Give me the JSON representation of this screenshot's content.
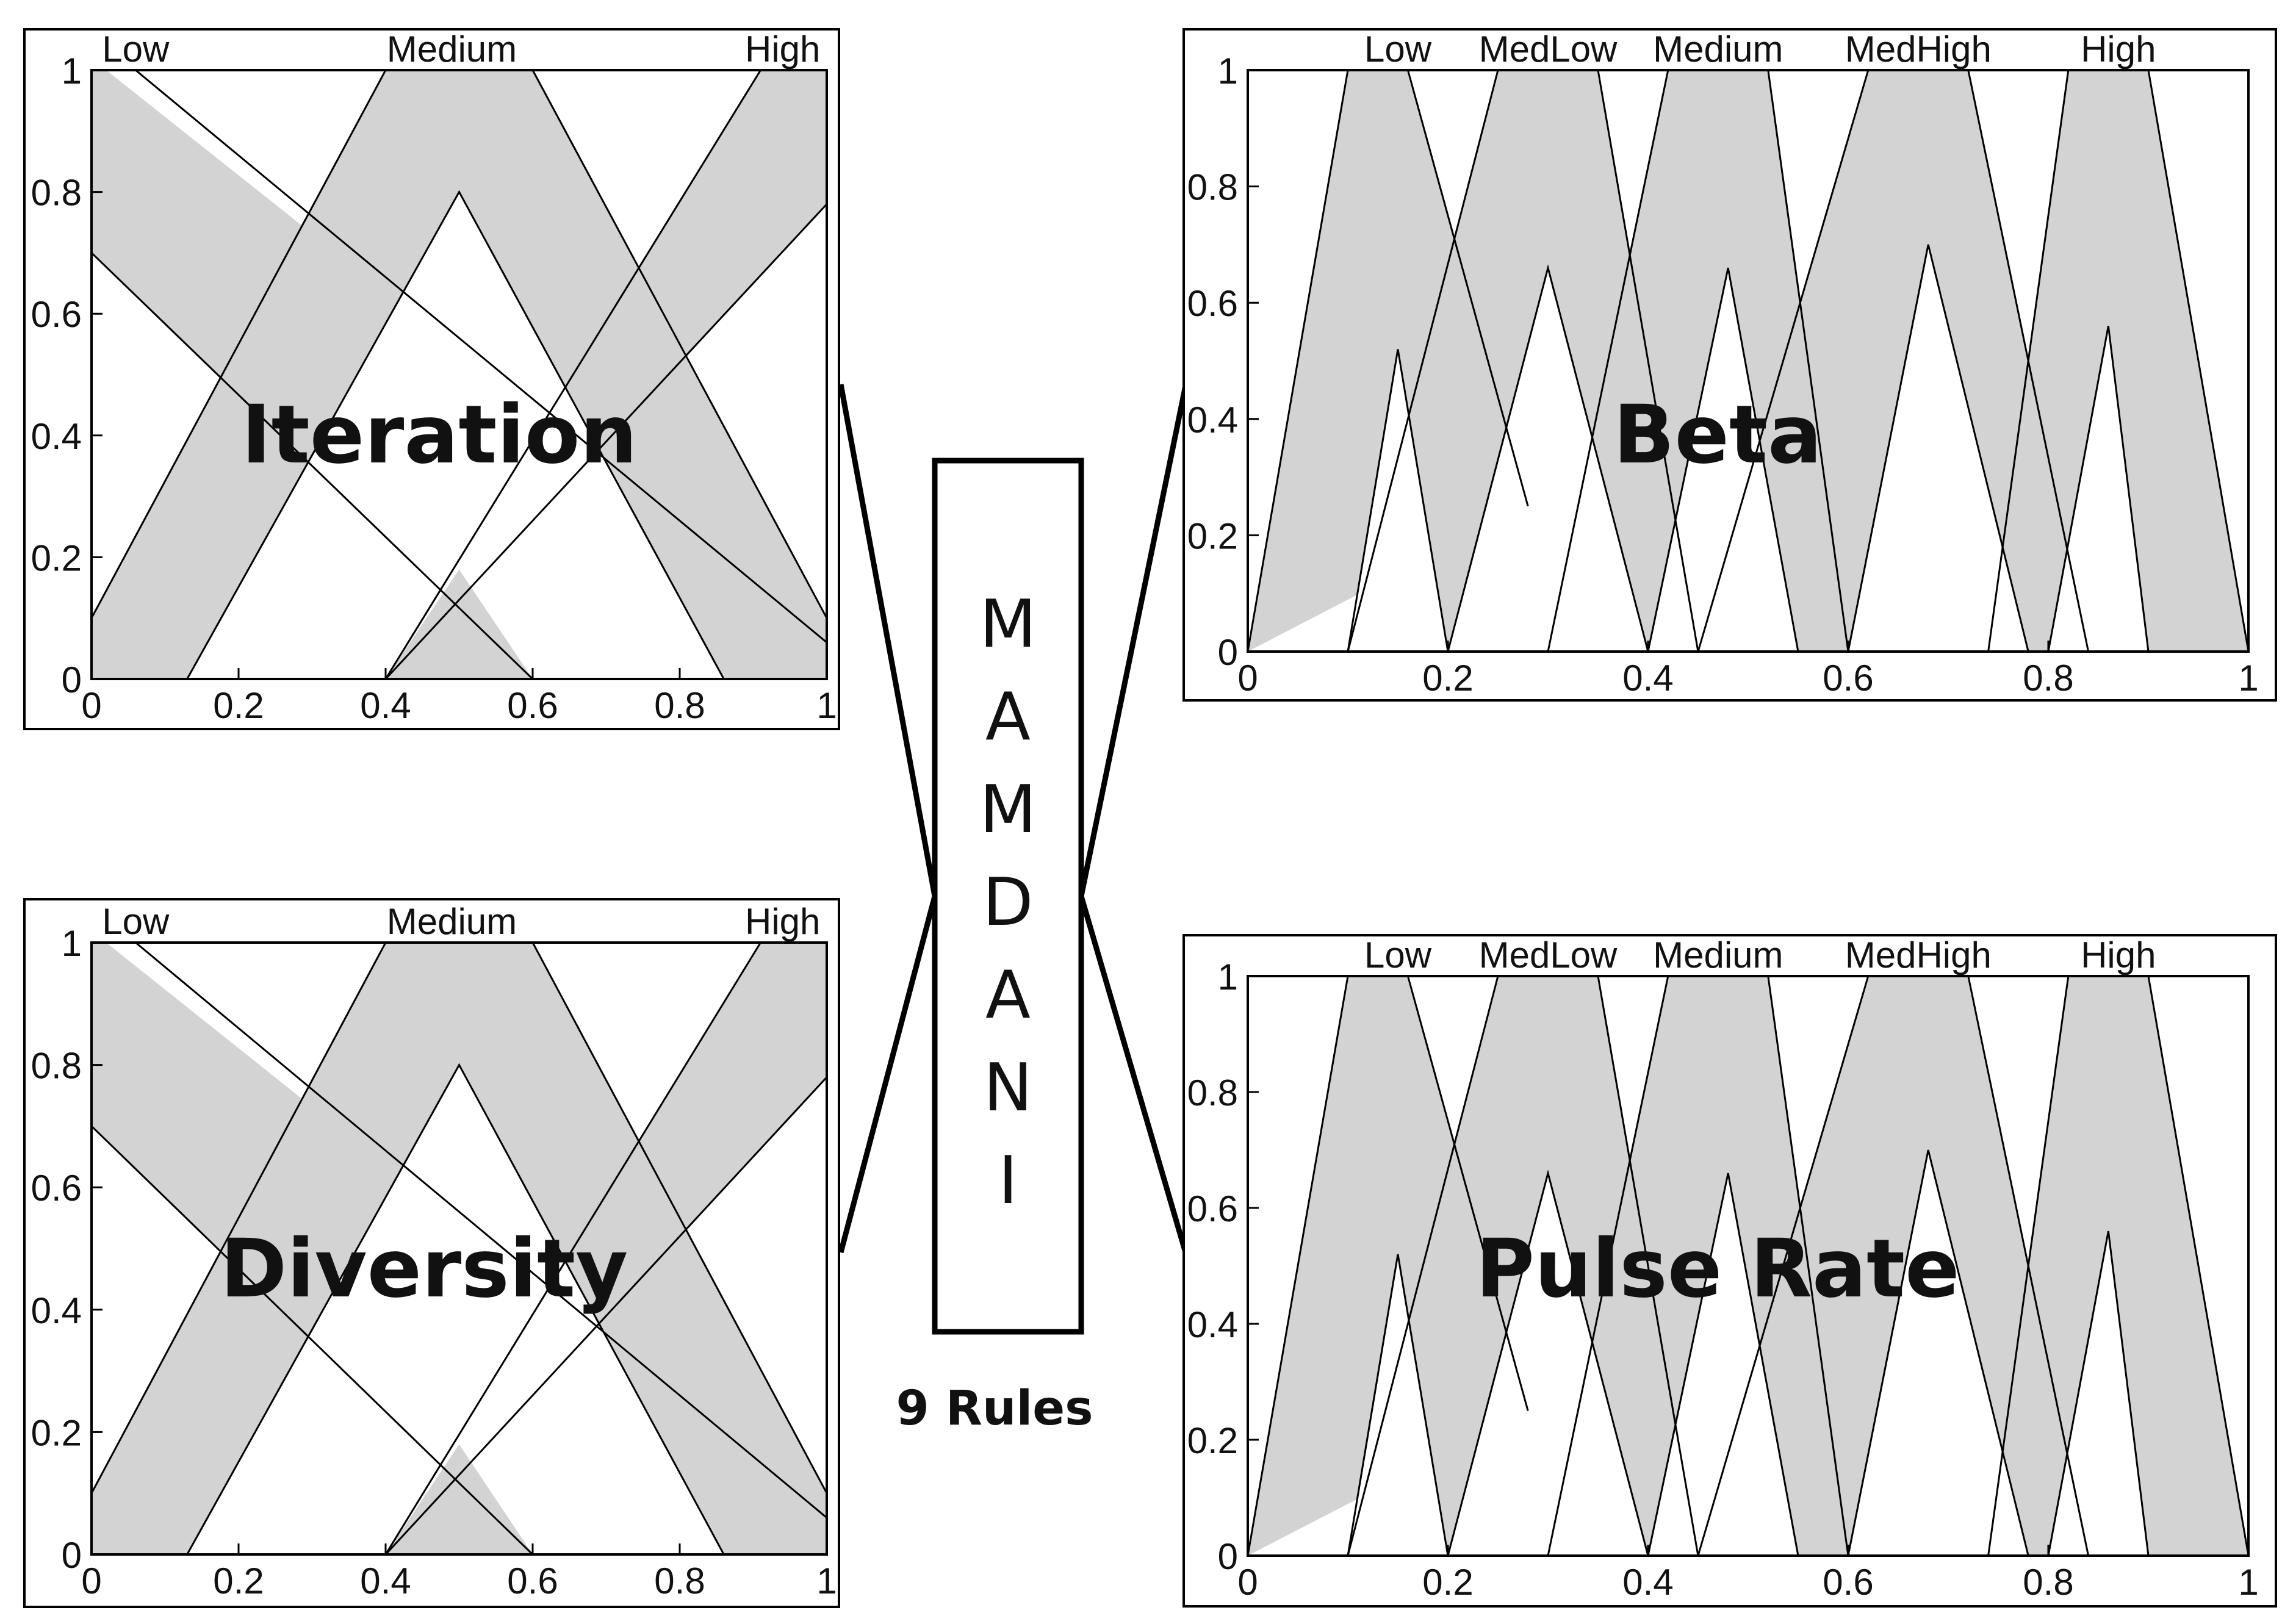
{
  "center": {
    "letters": [
      "M",
      "A",
      "M",
      "D",
      "A",
      "N",
      "I"
    ],
    "rules_label": "9 Rules"
  },
  "colors": {
    "footprint": "#d3d3d3",
    "line": "#000000",
    "background": "#ffffff"
  },
  "chart_data": [
    {
      "type": "area",
      "chart": "iteration",
      "title": "Iteration",
      "xlim": [
        0,
        1
      ],
      "ylim": [
        0,
        1
      ],
      "x_ticks": [
        "0",
        "0.2",
        "0.4",
        "0.6",
        "0.8",
        "1"
      ],
      "y_ticks": [
        "0",
        "0.2",
        "0.4",
        "0.6",
        "0.8",
        "1"
      ],
      "x_tick_values": [
        0,
        0.2,
        0.4,
        0.6,
        0.8,
        1
      ],
      "y_tick_values": [
        0,
        0.2,
        0.4,
        0.6,
        0.8,
        1
      ],
      "grid": false,
      "sets": [
        {
          "name": "Low",
          "label_x": 0.06,
          "upper": [
            [
              0,
              0.7
            ],
            [
              0.6,
              0
            ]
          ],
          "lower": [
            [
              0,
              1
            ],
            [
              0.02,
              1
            ],
            [
              1,
              0.06
            ]
          ],
          "fill": [
            [
              0,
              0.7
            ],
            [
              0,
              1
            ],
            [
              0.02,
              1
            ],
            [
              1,
              0.06
            ],
            [
              1,
              0
            ],
            [
              0.6,
              0
            ]
          ]
        },
        {
          "name": "Medium",
          "label_x": 0.49,
          "upper": [
            [
              0,
              0.1
            ],
            [
              0.4,
              1
            ],
            [
              0.6,
              1
            ],
            [
              1,
              0.1
            ]
          ],
          "lower": [
            [
              0.13,
              0
            ],
            [
              0.5,
              0.8
            ],
            [
              0.86,
              0
            ]
          ],
          "fill": [
            [
              0,
              0.1
            ],
            [
              0.4,
              1
            ],
            [
              0.6,
              1
            ],
            [
              1,
              0.1
            ],
            [
              1,
              0
            ],
            [
              0.86,
              0
            ],
            [
              0.5,
              0.8
            ],
            [
              0.13,
              0
            ],
            [
              0,
              0
            ]
          ]
        },
        {
          "name": "High",
          "label_x": 0.94,
          "upper": [
            [
              0.4,
              0
            ],
            [
              1,
              0.78
            ]
          ],
          "lower": [
            [
              0,
              1
            ],
            [
              0.02,
              1
            ],
            [
              1,
              0.06
            ]
          ],
          "fill": [
            [
              0.4,
              0
            ],
            [
              0.91,
              1
            ],
            [
              1,
              1
            ],
            [
              1,
              0.78
            ]
          ]
        }
      ],
      "lines": [
        [
          [
            0,
            0.7
          ],
          [
            0.6,
            0
          ]
        ],
        [
          [
            0.06,
            1
          ],
          [
            1,
            0.06
          ]
        ],
        [
          [
            0,
            0.1
          ],
          [
            0.4,
            1
          ]
        ],
        [
          [
            0.6,
            1
          ],
          [
            1,
            0.1
          ]
        ],
        [
          [
            0.13,
            0
          ],
          [
            0.5,
            0.8
          ],
          [
            0.86,
            0
          ]
        ],
        [
          [
            0.4,
            0
          ],
          [
            1,
            0.78
          ]
        ],
        [
          [
            0.91,
            1
          ],
          [
            0.4,
            0
          ]
        ]
      ]
    },
    {
      "type": "area",
      "chart": "diversity",
      "title": "Diversity",
      "xlim": [
        0,
        1
      ],
      "ylim": [
        0,
        1
      ],
      "x_ticks": [
        "0",
        "0.2",
        "0.4",
        "0.6",
        "0.8",
        "1"
      ],
      "y_ticks": [
        "0",
        "0.2",
        "0.4",
        "0.6",
        "0.8",
        "1"
      ],
      "x_tick_values": [
        0,
        0.2,
        0.4,
        0.6,
        0.8,
        1
      ],
      "y_tick_values": [
        0,
        0.2,
        0.4,
        0.6,
        0.8,
        1
      ],
      "grid": false,
      "sets": [
        {
          "name": "Low",
          "label_x": 0.06
        },
        {
          "name": "Medium",
          "label_x": 0.49
        },
        {
          "name": "High",
          "label_x": 0.94
        }
      ]
    },
    {
      "type": "area",
      "chart": "beta",
      "title": "Beta",
      "xlim": [
        0,
        1
      ],
      "ylim": [
        0,
        1
      ],
      "x_ticks": [
        "0",
        "0.2",
        "0.4",
        "0.6",
        "0.8",
        "1"
      ],
      "y_ticks": [
        "0",
        "0.2",
        "0.4",
        "0.6",
        "0.8",
        "1"
      ],
      "x_tick_values": [
        0,
        0.2,
        0.4,
        0.6,
        0.8,
        1
      ],
      "y_tick_values": [
        0,
        0.2,
        0.4,
        0.6,
        0.8,
        1
      ],
      "grid": false,
      "sets": [
        {
          "name": "Low",
          "label_x": 0.15,
          "upper": [
            [
              0,
              0
            ],
            [
              0.1,
              1
            ],
            [
              0.16,
              1
            ],
            [
              0.28,
              0.25
            ]
          ],
          "lower": [
            [
              0.1,
              0
            ],
            [
              0.15,
              0.52
            ],
            [
              0.2,
              0
            ]
          ]
        },
        {
          "name": "MedLow",
          "label_x": 0.3,
          "upper": [
            [
              0.1,
              0
            ],
            [
              0.25,
              1
            ],
            [
              0.35,
              1
            ],
            [
              0.45,
              0
            ]
          ],
          "lower": [
            [
              0.2,
              0
            ],
            [
              0.3,
              0.66
            ],
            [
              0.4,
              0
            ]
          ]
        },
        {
          "name": "Medium",
          "label_x": 0.47,
          "upper": [
            [
              0.3,
              0
            ],
            [
              0.42,
              1
            ],
            [
              0.52,
              1
            ],
            [
              0.6,
              0
            ]
          ],
          "lower": [
            [
              0.4,
              0
            ],
            [
              0.48,
              0.66
            ],
            [
              0.55,
              0
            ]
          ]
        },
        {
          "name": "MedHigh",
          "label_x": 0.67,
          "upper": [
            [
              0.45,
              0
            ],
            [
              0.62,
              1
            ],
            [
              0.72,
              1
            ],
            [
              0.84,
              0
            ]
          ],
          "lower": [
            [
              0.6,
              0
            ],
            [
              0.68,
              0.7
            ],
            [
              0.78,
              0
            ]
          ]
        },
        {
          "name": "High",
          "label_x": 0.87,
          "upper": [
            [
              0.74,
              0
            ],
            [
              0.82,
              1
            ],
            [
              0.9,
              1
            ],
            [
              1,
              0
            ]
          ],
          "lower": [
            [
              0.8,
              0
            ],
            [
              0.86,
              0.56
            ],
            [
              0.9,
              0
            ]
          ]
        }
      ]
    },
    {
      "type": "area",
      "chart": "pulse-rate",
      "title": "Pulse Rate",
      "xlim": [
        0,
        1
      ],
      "ylim": [
        0,
        1
      ],
      "x_ticks": [
        "0",
        "0.2",
        "0.4",
        "0.6",
        "0.8",
        "1"
      ],
      "y_ticks": [
        "0",
        "0.2",
        "0.4",
        "0.6",
        "0.8",
        "1"
      ],
      "x_tick_values": [
        0,
        0.2,
        0.4,
        0.6,
        0.8,
        1
      ],
      "y_tick_values": [
        0,
        0.2,
        0.4,
        0.6,
        0.8,
        1
      ],
      "grid": false,
      "sets": [
        {
          "name": "Low",
          "label_x": 0.15
        },
        {
          "name": "MedLow",
          "label_x": 0.3
        },
        {
          "name": "Medium",
          "label_x": 0.47
        },
        {
          "name": "MedHigh",
          "label_x": 0.67
        },
        {
          "name": "High",
          "label_x": 0.87
        }
      ]
    }
  ]
}
